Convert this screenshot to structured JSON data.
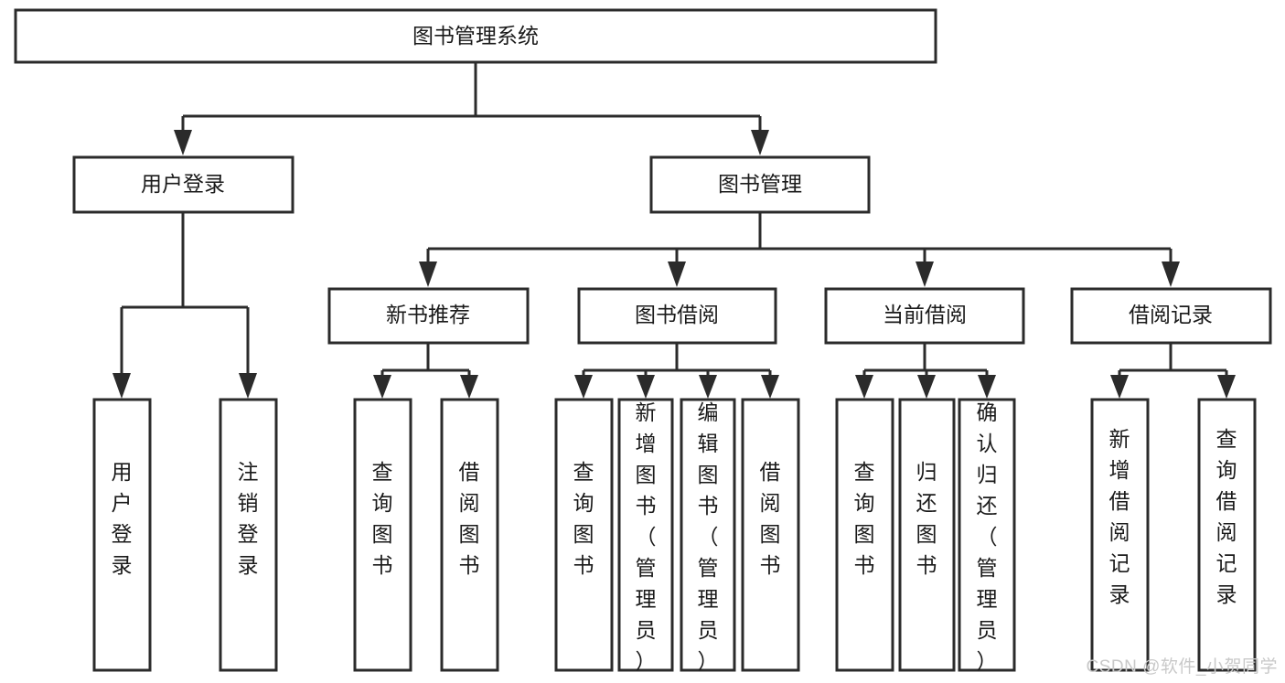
{
  "diagram": {
    "type": "tree",
    "title": "图书管理系统",
    "orientation": "top-down",
    "watermark": "CSDN @软件_小贺同学",
    "colors": {
      "box_stroke": "#2b2b2b",
      "box_fill": "#ffffff",
      "connector": "#2b2b2b",
      "text": "#1a1a1a",
      "watermark": "#c9c9c9",
      "background": "#ffffff"
    },
    "nodes": {
      "root": {
        "label": "图书管理系统"
      },
      "level1": [
        {
          "label": "用户登录"
        },
        {
          "label": "图书管理"
        }
      ],
      "level2": [
        {
          "label": "新书推荐"
        },
        {
          "label": "图书借阅"
        },
        {
          "label": "当前借阅"
        },
        {
          "label": "借阅记录"
        }
      ],
      "leaves": {
        "user_login": [
          {
            "label": "用户登录"
          },
          {
            "label": "注销登录"
          }
        ],
        "new_book_recommend": [
          {
            "label": "查询图书"
          },
          {
            "label": "借阅图书"
          }
        ],
        "book_borrow": [
          {
            "label": "查询图书"
          },
          {
            "label": "新增图书（管理员）"
          },
          {
            "label": "编辑图书（管理员）"
          },
          {
            "label": "借阅图书"
          }
        ],
        "current_borrow": [
          {
            "label": "查询图书"
          },
          {
            "label": "归还图书"
          },
          {
            "label": "确认归还（管理员）"
          }
        ],
        "borrow_records": [
          {
            "label": "新增借阅记录"
          },
          {
            "label": "查询借阅记录"
          }
        ]
      }
    }
  }
}
